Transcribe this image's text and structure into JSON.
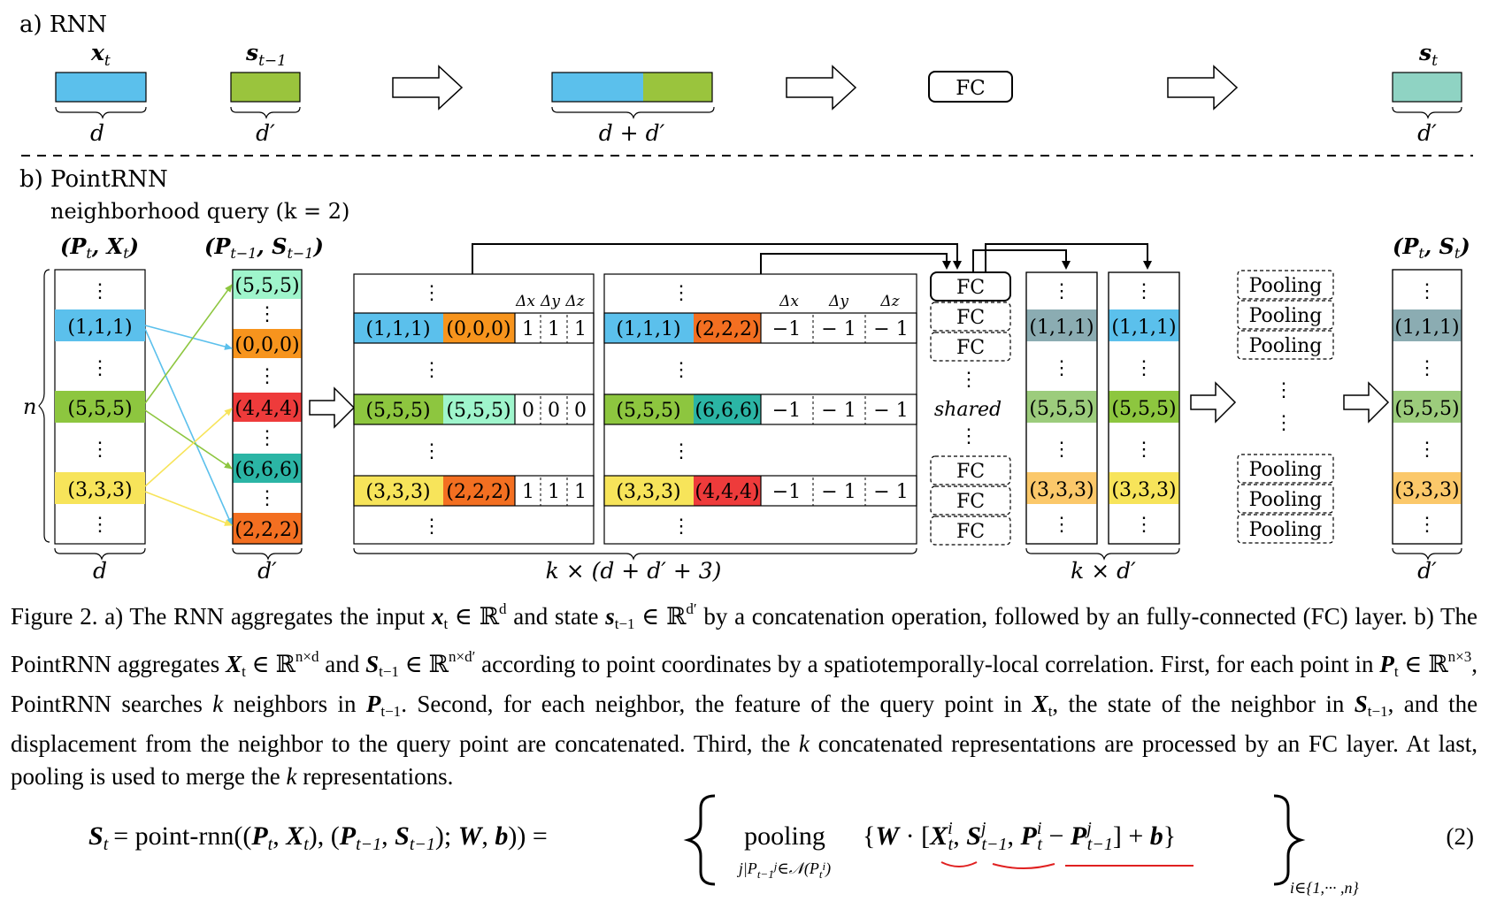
{
  "panel_a": {
    "label": "a) RNN",
    "x_sym": "x",
    "x_sub": "t",
    "s_prev_sym": "s",
    "s_prev_sub": "t−1",
    "s_out_sym": "s",
    "s_out_sub": "t",
    "dim_d": "d",
    "dim_dp": "d′",
    "dim_sum": "d + d′",
    "fc_label": "FC",
    "colors": {
      "input": "#5bc0ec",
      "state": "#9ac43d",
      "output": "#8fd3c3"
    }
  },
  "panel_b": {
    "label": "b) PointRNN",
    "query_label": "neighborhood query (k = 2)",
    "header_input": "(P",
    "header_input_sub1": "t",
    "header_input_mid": ", X",
    "header_input_sub2": "t",
    "header_input_end": ")",
    "header_state": "(P",
    "header_state_sub1": "t−1",
    "header_state_mid": ", S",
    "header_state_sub2": "t−1",
    "header_state_end": ")",
    "header_out": "(P",
    "header_out_sub1": "t",
    "header_out_mid": ", S",
    "header_out_sub2": "t",
    "header_out_end": ")",
    "n_label": "n",
    "dots": "⋮",
    "points_current": [
      "(1,1,1)",
      "(5,5,5)",
      "(3,3,3)"
    ],
    "points_prev": [
      "(5,5,5)",
      "(0,0,0)",
      "(4,4,4)",
      "(6,6,6)",
      "(2,2,2)"
    ],
    "concat1_neighbors": [
      "(0,0,0)",
      "(5,5,5)",
      "(2,2,2)"
    ],
    "concat1_disp": [
      [
        "1",
        "1",
        "1"
      ],
      [
        "0",
        "0",
        "0"
      ],
      [
        "1",
        "1",
        "1"
      ]
    ],
    "concat2_neighbors": [
      "(2,2,2)",
      "(6,6,6)",
      "(4,4,4)"
    ],
    "concat2_disp": [
      [
        "−1",
        "− 1",
        "− 1"
      ],
      [
        "−1",
        "− 1",
        "− 1"
      ],
      [
        "−1",
        "− 1",
        "− 1"
      ]
    ],
    "delta_labels": [
      "Δx",
      "Δy",
      "Δz"
    ],
    "fc_label": "FC",
    "shared_label": "shared",
    "pooling_label": "Pooling",
    "out_points": [
      "(1,1,1)",
      "(5,5,5)",
      "(3,3,3)"
    ],
    "dim_d": "d",
    "dim_dp": "d′",
    "dim_concat": "k × (d + d′ + 3)",
    "dim_kd": "k × d′",
    "dim_out": "d′",
    "colors": {
      "blue": "#5bc0ec",
      "green": "#8dc63f",
      "yellow": "#f7e45a",
      "mint": "#9ff5cc",
      "orange": "#f7941d",
      "red": "#ee3b3b",
      "teal": "#2bb5a5",
      "dark_orange": "#f36f21",
      "muted_blue": "#8bacb2",
      "muted_green": "#9ccc7c",
      "muted_orange": "#fbc86a"
    }
  },
  "caption": {
    "s1": "Figure 2. a) The RNN aggregates the input",
    "s2": "and state",
    "s3": "by a concatenation operation, followed by an fully-connected (FC) layer.  b) The PointRNN aggregates",
    "s4": "and",
    "s5": "according to point coordinates by a spatiotemporally-local correlation. First, for each point in",
    "s6": ", PointRNN searches",
    "s7": "neighbors in",
    "s8": ". Second, for each neighbor, the feature of the query point in",
    "s9": ", the state of the neighbor in",
    "s10": ", and the displacement from the neighbor to the query point are concatenated. Third, the",
    "s11": "concatenated representations are processed by an FC layer. At last, pooling is used to merge the",
    "s12": "representations."
  },
  "equation": {
    "lhs": "S",
    "lhs_sub": "t",
    "func": "= point-rnn",
    "pooling": "pooling",
    "index_set": "i∈{1,··· ,n}",
    "number": "(2)"
  }
}
